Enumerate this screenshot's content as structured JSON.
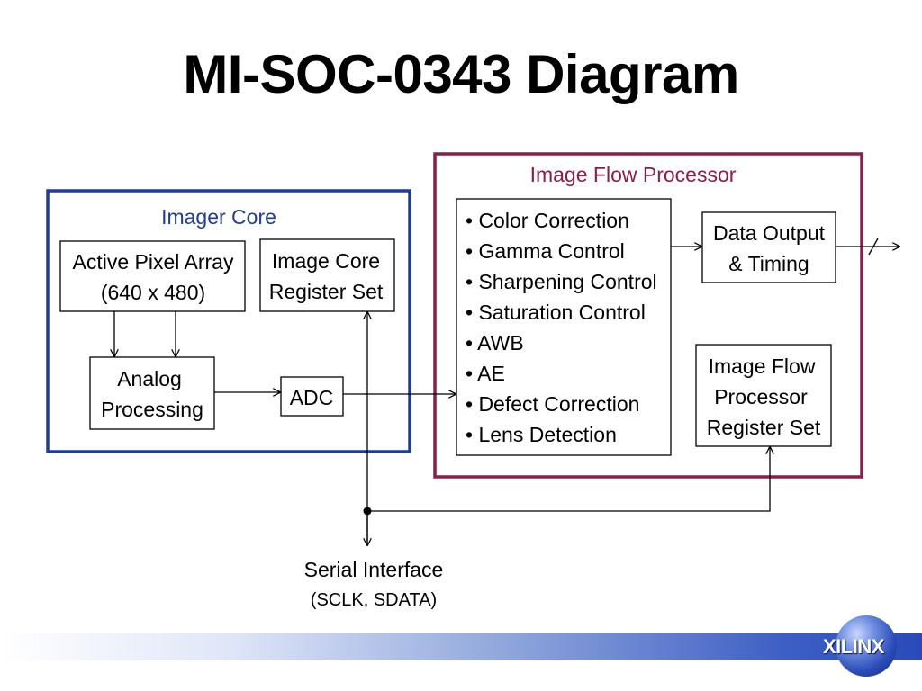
{
  "title": "MI-SOC-0343 Diagram",
  "imager_core": {
    "label": "Imager Core",
    "color": "#1f3c9a",
    "active_pixel_array": {
      "line1": "Active Pixel Array",
      "line2": "(640 x 480)"
    },
    "register_set": {
      "line1": "Image Core",
      "line2": "Register Set"
    },
    "analog_processing": {
      "line1": "Analog",
      "line2": "Processing"
    },
    "adc": "ADC"
  },
  "image_flow_processor": {
    "label": "Image Flow Processor",
    "color": "#8a1d4a",
    "features": [
      "• Color Correction",
      "• Gamma Control",
      "• Sharpening Control",
      "• Saturation Control",
      "• AWB",
      "• AE",
      "• Defect Correction",
      "• Lens Detection"
    ],
    "data_output": {
      "line1": "Data Output",
      "line2": "& Timing"
    },
    "register_set": {
      "line1": "Image Flow",
      "line2": "Processor",
      "line3": "Register Set"
    }
  },
  "serial_interface": {
    "line1": "Serial Interface",
    "line2": "(SCLK, SDATA)"
  },
  "logo": {
    "text": "XILINX"
  }
}
